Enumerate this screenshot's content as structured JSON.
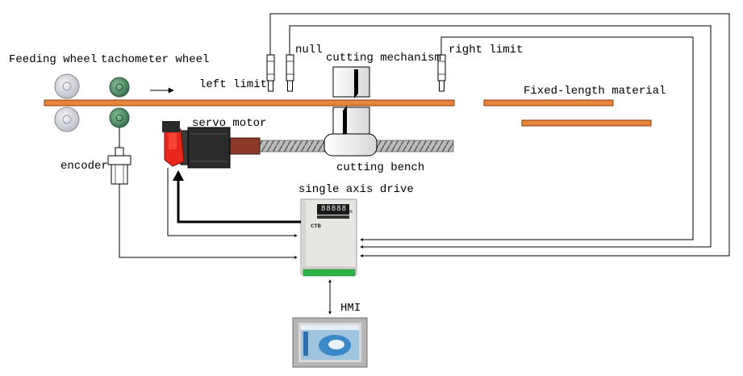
{
  "labels": {
    "feeding_wheel": "Feeding wheel",
    "tachometer_wheel": "tachometer wheel",
    "left_limit": "left limit",
    "null": "null",
    "cutting_mechanism": "cutting mechanism",
    "right_limit": "right limit",
    "fixed_length_material": "Fixed-length material",
    "servo_motor": "servo motor",
    "encoder": "encoder",
    "cutting_bench": "cutting bench",
    "single_axis_drive": "single axis drive",
    "hmi": "HMI",
    "drive_brand": "CTB",
    "drive_display": "88888"
  },
  "colors": {
    "material": "#e8853a",
    "material_stroke": "#8a3d10",
    "motor_red": "#e8261c",
    "motor_body": "#2a2a2a",
    "coupling": "#8b3a2a",
    "wheel_gray": "#d9dde6",
    "wheel_green": "#4f8a64",
    "drive_body": "#e6e6e3",
    "hmi_blue": "#3a88c7"
  }
}
